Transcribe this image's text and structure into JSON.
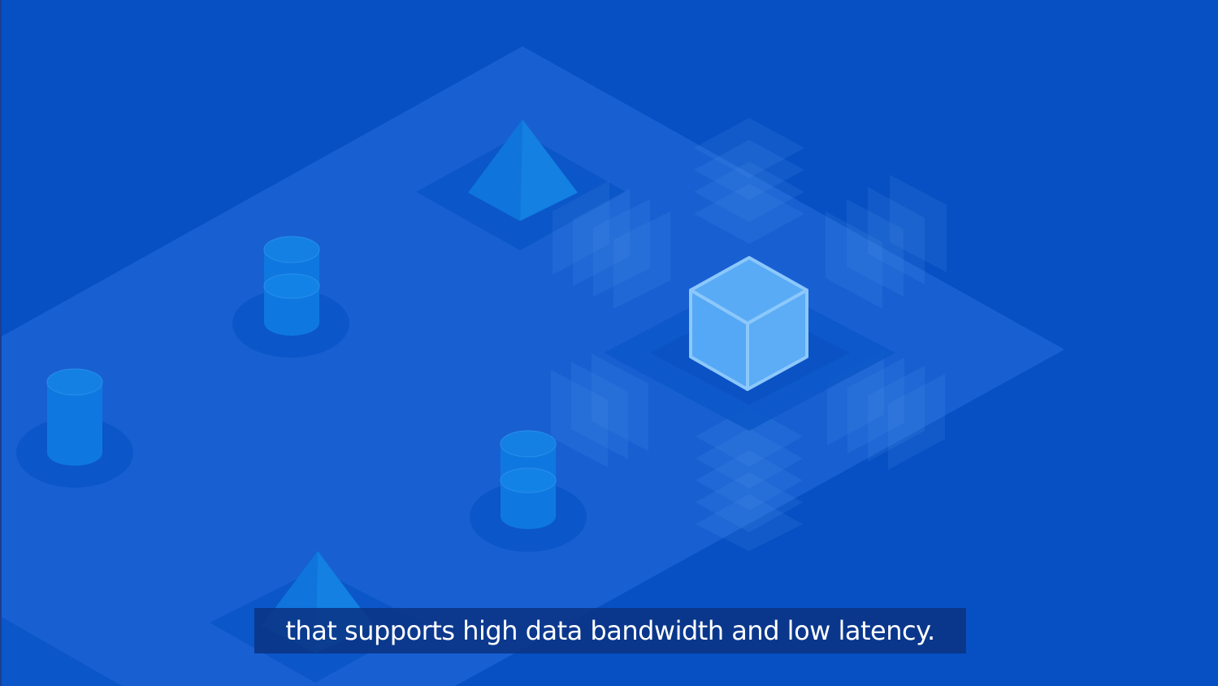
{
  "scene": {
    "description": "Isometric illustration: a large blue plane with cylinders, pyramids and a highlighted central cube radiating translucent tiles",
    "colors": {
      "background": "#0750c4",
      "plane": "#1860d2",
      "shadow": "#0b56c8",
      "shape_fill": "#0f78e0",
      "cube_fill": "#58abf5",
      "cube_stroke": "#8cc8fb",
      "tile": "#3a86e6",
      "caption_bg": "#0a3282",
      "caption_text": "#ffffff"
    },
    "objects": [
      {
        "type": "pyramid",
        "name": "top-pyramid"
      },
      {
        "type": "pyramid",
        "name": "bottom-pyramid"
      },
      {
        "type": "cylinder",
        "name": "left-cylinder"
      },
      {
        "type": "stacked-cylinder",
        "name": "upper-cylinder"
      },
      {
        "type": "stacked-cylinder",
        "name": "lower-cylinder"
      },
      {
        "type": "cube",
        "name": "center-cube",
        "highlighted": true
      }
    ]
  },
  "caption": {
    "text": "that supports high data bandwidth and low latency."
  }
}
